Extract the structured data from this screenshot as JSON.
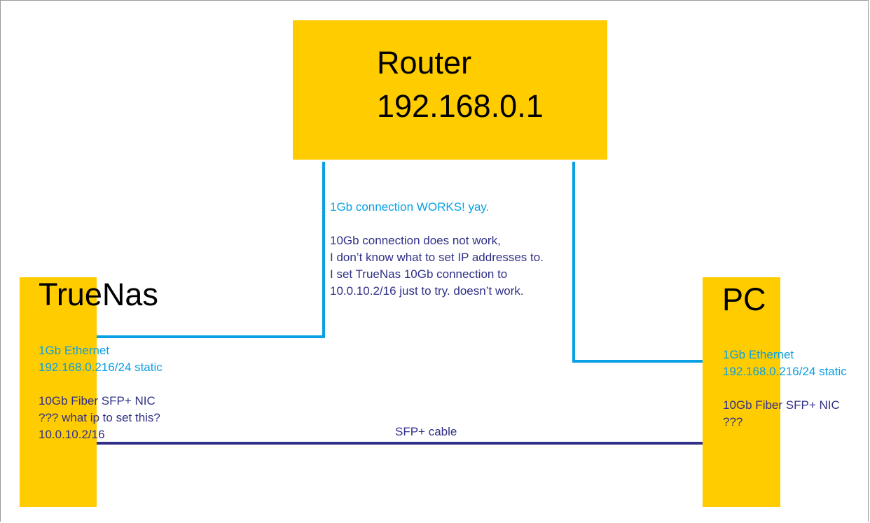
{
  "router": {
    "title": "Router",
    "ip": "192.168.0.1"
  },
  "truenas": {
    "title": "TrueNas",
    "eth_line1": "1Gb Ethernet",
    "eth_line2": "192.168.0.216/24 static",
    "fiber_line1": "10Gb Fiber SFP+ NIC",
    "fiber_line2": "??? what ip to set this?",
    "fiber_line3": "10.0.10.2/16"
  },
  "pc": {
    "title": "PC",
    "eth_line1": "1Gb Ethernet",
    "eth_line2": "192.168.0.216/24 static",
    "fiber_line1": "10Gb Fiber SFP+ NIC",
    "fiber_line2": "???"
  },
  "notes": {
    "works": "1Gb connection WORKS! yay.",
    "line1": "10Gb connection does not work,",
    "line2": "I don’t know what to set IP addresses to.",
    "line3": "I set TrueNas 10Gb connection to",
    "line4": "10.0.10.2/16 just to try. doesn’t work."
  },
  "sfp_cable_label": "SFP+ cable",
  "colors": {
    "box": "#ffcc00",
    "ethernet": "#0aa0e3",
    "fiber": "#303088"
  }
}
